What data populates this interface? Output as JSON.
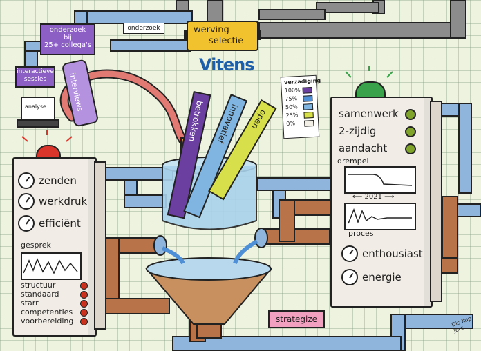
{
  "top": {
    "arrow_label": "onderzoek",
    "box_title_1": "werving",
    "box_title_2": "selectie",
    "brand": "Vitens"
  },
  "research": {
    "box": [
      "onderzoek",
      "bij",
      "25+ collega's"
    ],
    "sessions": [
      "interactieve",
      "sessies"
    ],
    "interviews": "interviews",
    "laptop": "analyse"
  },
  "strips": [
    "betrokken",
    "innovatief",
    "open"
  ],
  "legend": {
    "title": "verzadiging",
    "levels": [
      "100%",
      "75%",
      "50%",
      "25%",
      "0%"
    ],
    "colors": [
      "#6b3fa0",
      "#4f8fd6",
      "#7fb5e0",
      "#d7e04a",
      "#f1efe6"
    ]
  },
  "left_machine": {
    "gauges": [
      "zenden",
      "werkdruk",
      "efficiënt"
    ],
    "screen_label": "gesprek",
    "list": [
      "structuur",
      "standaard",
      "starr",
      "competenties",
      "voorbereiding"
    ]
  },
  "right_machine": {
    "items": [
      "samenwerk",
      "2-zijdig",
      "aandacht"
    ],
    "screen1_label": "drempel",
    "year": "2021",
    "screen2_label": "proces",
    "gauges": [
      "enthousiast",
      "energie"
    ]
  },
  "bottom": {
    "arrow_label": "strategize",
    "signature": "Dis Kup Jors"
  },
  "colors": {
    "pipe_blue": "#8fb5dc",
    "pipe_grey": "#8c8c8c",
    "pipe_copper": "#b87349",
    "yellow_box": "#f2c12e",
    "purple": "#8c5fc4",
    "alarm_red": "#d9352a",
    "alarm_green": "#39a24a"
  }
}
